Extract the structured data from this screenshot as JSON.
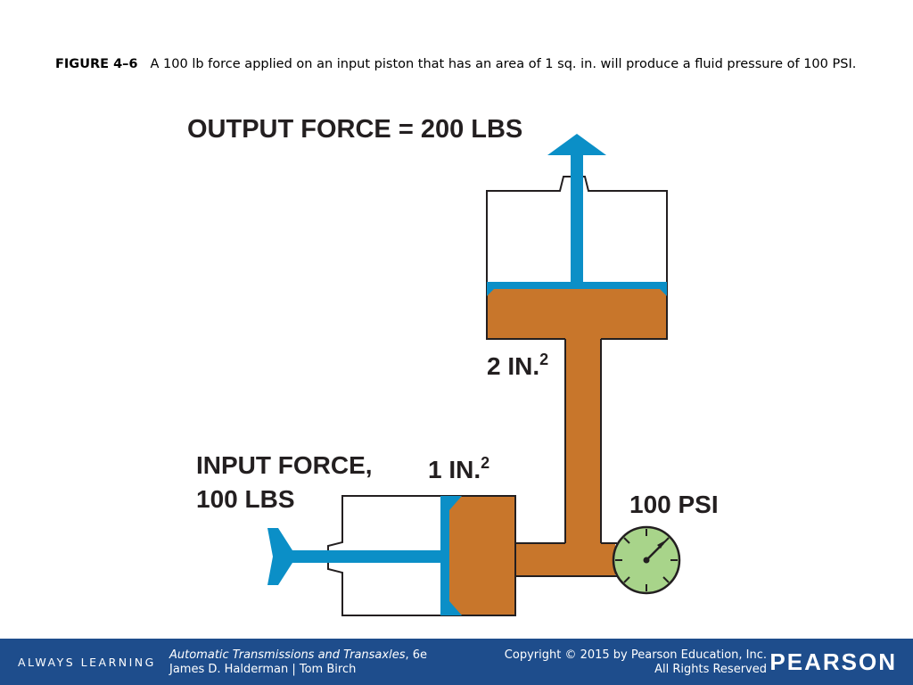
{
  "caption": {
    "figure_label": "FIGURE 4–6",
    "text": "A 100 lb force applied on an input piston that has an area of 1 sq. in. will produce a fluid pressure of 100 PSI."
  },
  "diagram": {
    "output_force": "OUTPUT FORCE = 200 LBS",
    "output_area": "2 IN.",
    "output_area_exp": "2",
    "input_force_line1": "INPUT FORCE,",
    "input_force_line2": "100 LBS",
    "input_area": "1 IN.",
    "input_area_exp": "2",
    "pressure": "100 PSI",
    "colors": {
      "fluid": "#c8762b",
      "piston": "#0b8fc7",
      "gauge": "#a8d48a",
      "outline": "#231f20"
    }
  },
  "footer": {
    "tagline": "ALWAYS LEARNING",
    "book_title": "Automatic Transmissions and Transaxles",
    "book_edition": ", 6e",
    "authors": "James D. Halderman | Tom Birch",
    "copyright": "Copyright © 2015 by Pearson Education, Inc.",
    "rights": "All Rights Reserved",
    "brand": "PEARSON",
    "bg_color": "#1e4d8c"
  }
}
